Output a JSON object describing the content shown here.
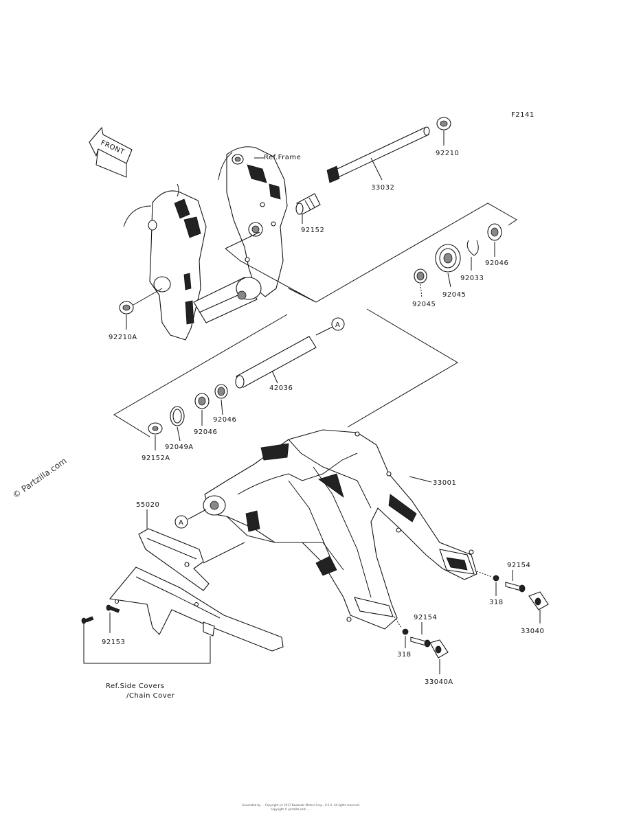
{
  "diagram": {
    "code": "F2141",
    "front_label": "FRONT",
    "watermark": "© Partzilla.com",
    "footer_line1": "Generated by ...  Copyright (c) 2017 Kawasaki Motors Corp., U.S.A. All rights reserved.",
    "footer_line2": "copyright © partzilla.com  ...  ...",
    "callout_a": "A",
    "refs": {
      "frame": "Ref.Frame",
      "covers_line1": "Ref.Side Covers",
      "covers_line2": "/Chain Cover"
    },
    "parts": {
      "p92210": "92210",
      "p33032": "33032",
      "p92152": "92152",
      "p92046_top": "92046",
      "p92033": "92033",
      "p92045_right": "92045",
      "p92045_left": "92045",
      "p92210A": "92210A",
      "p42036": "42036",
      "p92046_mid": "92046",
      "p92046_low": "92046",
      "p92049A": "92049A",
      "p92152A": "92152A",
      "p33001": "33001",
      "p55020": "55020",
      "p92154_right": "92154",
      "p318_right": "318",
      "p33040": "33040",
      "p92154_low": "92154",
      "p318_low": "318",
      "p33040A": "33040A",
      "p92153": "92153"
    }
  }
}
